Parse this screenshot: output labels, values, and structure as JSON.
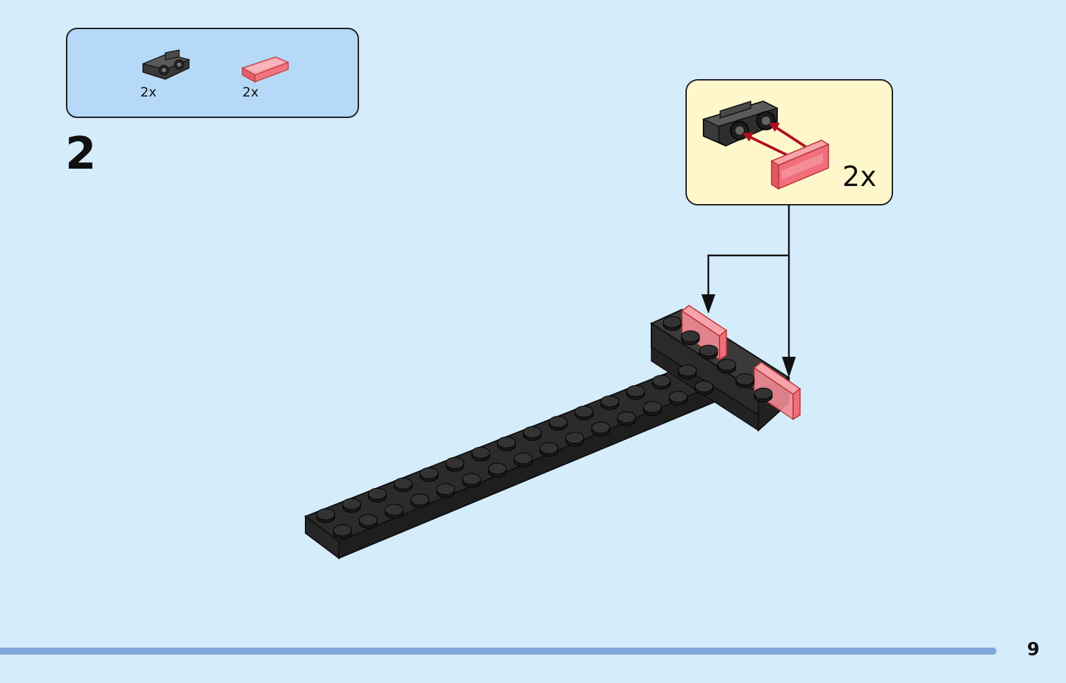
{
  "parts_list": {
    "items": [
      {
        "icon": "bracket-piece-icon",
        "quantity": "2x",
        "color": "#4a4a4a"
      },
      {
        "icon": "trans-red-tile-icon",
        "quantity": "2x",
        "color": "#f07a86"
      }
    ]
  },
  "step": {
    "number": "2"
  },
  "sub_assembly": {
    "quantity": "2x"
  },
  "page": {
    "number": "9"
  },
  "colors": {
    "background": "#d5ecfb",
    "parts_box": "#b5d9f7",
    "callout": "#fff7cc",
    "footer_bar": "#7fa6dd",
    "dark_bley": "#3a3a3a",
    "trans_red": "#f07a86"
  }
}
